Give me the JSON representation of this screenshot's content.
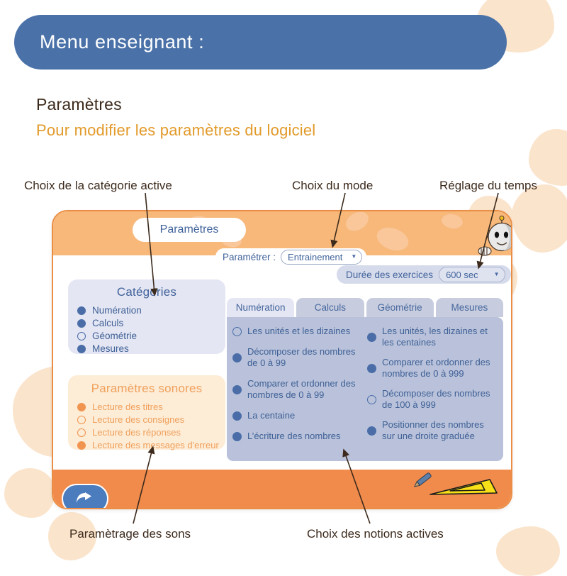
{
  "header": {
    "title": "Menu enseignant :"
  },
  "intro": {
    "heading": "Paramètres",
    "subheading": "Pour modifier les paramètres du logiciel"
  },
  "annotations": {
    "category": "Choix de la catégorie active",
    "mode": "Choix du mode",
    "time": "Réglage du temps",
    "sounds": "Paramètrage des sons",
    "notions": "Choix des notions actives"
  },
  "app": {
    "tab_label": "Paramètres",
    "mode": {
      "label": "Paramétrer :",
      "value": "Entrainement",
      "caret": "chevron-down-icon"
    },
    "duration": {
      "label": "Durée des exercices",
      "value": "600 sec",
      "caret": "chevron-down-icon"
    },
    "categories": {
      "title": "Catégories",
      "items": [
        {
          "label": "Numération",
          "checked": true
        },
        {
          "label": "Calculs",
          "checked": true
        },
        {
          "label": "Géométrie",
          "checked": false
        },
        {
          "label": "Mesures",
          "checked": true
        }
      ]
    },
    "sound_settings": {
      "title": "Paramètres sonores",
      "items": [
        {
          "label": "Lecture des titres",
          "checked": true
        },
        {
          "label": "Lecture des consignes",
          "checked": false
        },
        {
          "label": "Lecture des réponses",
          "checked": false
        },
        {
          "label": "Lecture des messages d'erreur",
          "checked": true
        }
      ]
    },
    "notions": {
      "tabs": [
        {
          "label": "Numération",
          "active": true
        },
        {
          "label": "Calculs",
          "active": false
        },
        {
          "label": "Géométrie",
          "active": false
        },
        {
          "label": "Mesures",
          "active": false
        }
      ],
      "left_column": [
        {
          "label": "Les unités et les dizaines",
          "checked": false
        },
        {
          "label": "Décomposer des nombres de 0 à 99",
          "checked": true
        },
        {
          "label": "Comparer et ordonner des nombres de 0 à 99",
          "checked": true
        },
        {
          "label": "La centaine",
          "checked": true
        },
        {
          "label": "L’écriture des nombres",
          "checked": true
        }
      ],
      "right_column": [
        {
          "label": "Les unités, les dizaines et les centaines",
          "checked": true
        },
        {
          "label": "Comparer et ordonner des nombres de 0 à 999",
          "checked": true
        },
        {
          "label": "Décomposer des nombres de 100 à 999",
          "checked": false
        },
        {
          "label": "Positionner des nombres sur une droite graduée",
          "checked": true
        }
      ]
    },
    "footer": {
      "back_icon": "back-arrow-icon",
      "tools_icon": "pencil-and-set-square-icon",
      "mascot_icon": "robot-mascot-icon"
    }
  },
  "colors": {
    "header_blue": "#4a72a8",
    "accent_orange": "#e29a2a",
    "window_orange": "#f08b4c",
    "window_header_orange": "#f7b87a",
    "panel_lavender": "#e4e6f3",
    "panel_cream": "#fdecd6",
    "notion_panel": "#b9c2da",
    "text_blue": "#41639b",
    "blob_peach": "#fbe4cc"
  }
}
